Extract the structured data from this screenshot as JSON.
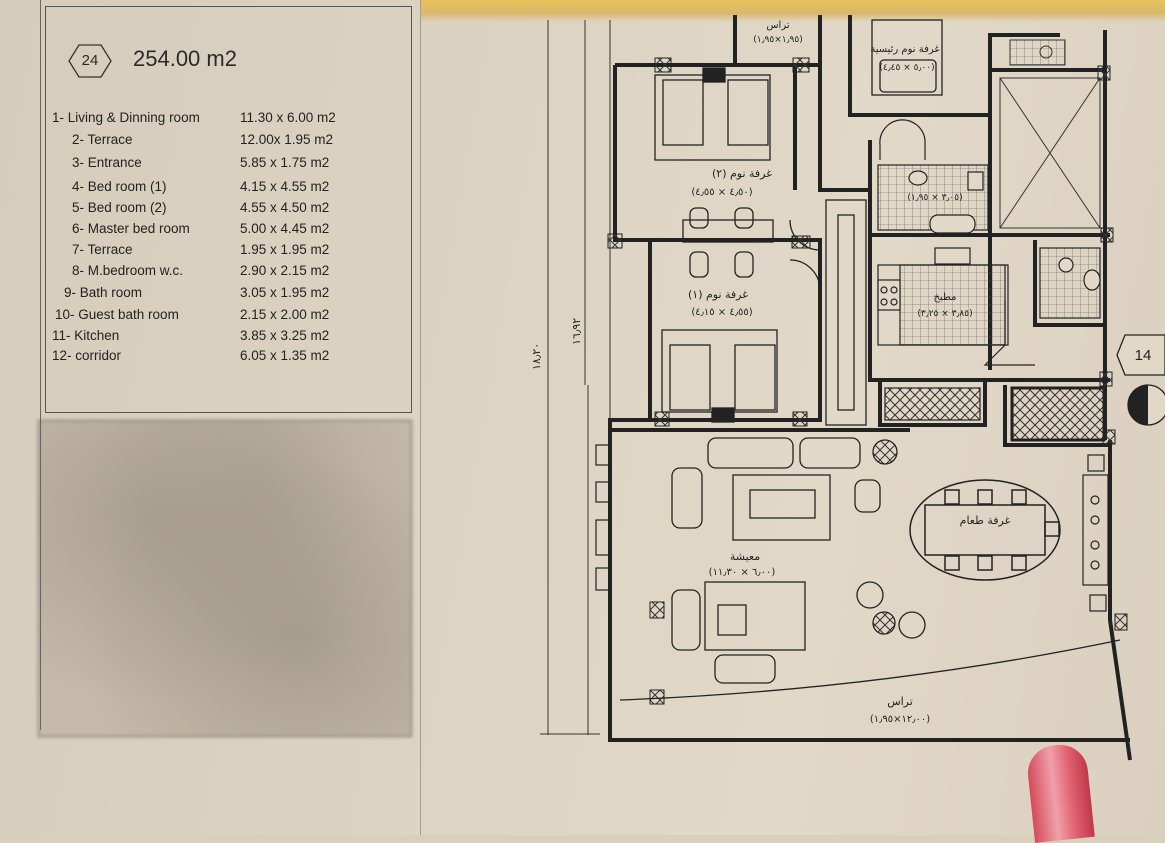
{
  "legend": {
    "plan_number": "24",
    "total_area": "254.00 m2",
    "rooms": [
      {
        "name": "1- Living & Dinning room",
        "dims": "11.30 x 6.00 m2"
      },
      {
        "name": "2- Terrace",
        "dims": "12.00x 1.95 m2"
      },
      {
        "name": "3- Entrance",
        "dims": "5.85 x 1.75 m2"
      },
      {
        "name": "4- Bed room (1)",
        "dims": "4.15 x 4.55 m2"
      },
      {
        "name": "5- Bed room (2)",
        "dims": "4.55 x 4.50 m2"
      },
      {
        "name": "6- Master bed room",
        "dims": "5.00 x 4.45 m2"
      },
      {
        "name": "7- Terrace",
        "dims": "1.95 x 1.95 m2"
      },
      {
        "name": "8- M.bedroom w.c.",
        "dims": "2.90 x 2.15 m2"
      },
      {
        "name": "9- Bath room",
        "dims": "3.05 x 1.95 m2"
      },
      {
        "name": "10- Guest bath room",
        "dims": "2.15 x 2.00 m2"
      },
      {
        "name": "11- Kitchen",
        "dims": "3.85 x 3.25 m2"
      },
      {
        "name": "12- corridor",
        "dims": "6.05 x 1.35 m2"
      }
    ]
  },
  "plan_labels": {
    "terrace_top": "تراس",
    "terrace_top_dims": "(١٫٩٥×١٫٩٥)",
    "master_bedroom": "غرفة نوم رئيسية",
    "master_bedroom_dims": "(٥٫٠٠ × ٤٫٤٥)",
    "bedroom_2": "غرفة نوم (٢)",
    "bedroom_2_dims": "(٤٫٥٠ × ٤٫٥٥)",
    "bedroom_1": "غرفة نوم (١)",
    "bedroom_1_dims": "(٤٫٥٥ × ٤٫١٥)",
    "bath_dims": "(٣٫٠٥ × ١٫٩٥)",
    "kitchen": "مطبخ",
    "kitchen_dims": "(٣٫٨٥ × ٣٫٢٥)",
    "dining_room": "غرفة طعام",
    "living_room": "معيشة",
    "living_room_dims": "(٦٫٠٠ × ١١٫٣٠)",
    "terrace_bottom": "تراس",
    "terrace_bottom_dims": "(١٢٫٠٠×١٫٩٥)",
    "dim_outer": "١٨٫٢٠",
    "dim_inner": "١٦٫٩٢",
    "section_marker": "14"
  }
}
